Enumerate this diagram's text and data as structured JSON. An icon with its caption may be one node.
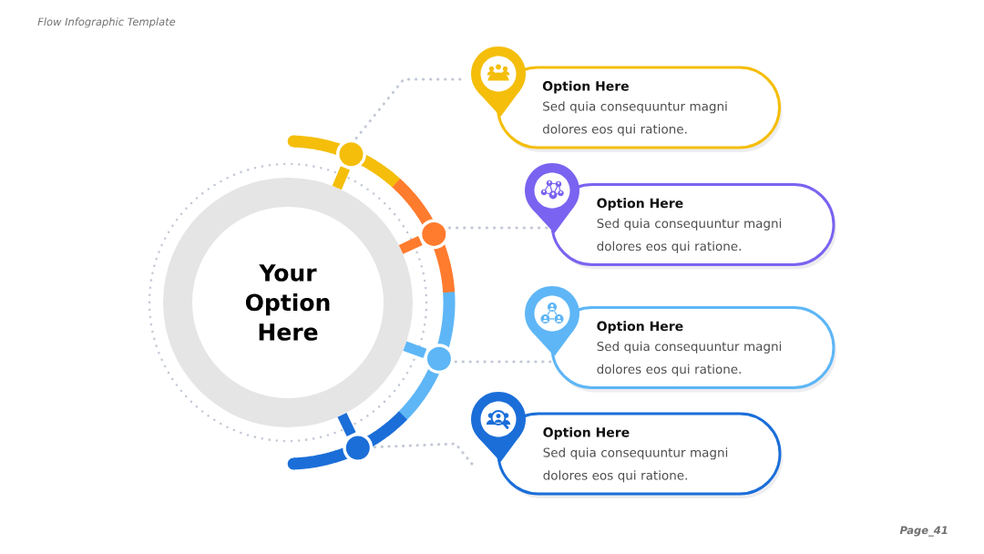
{
  "diagram": {
    "title": "Flow Infographic Template",
    "nodes": [
      {
        "text": [
          "Your Option Here"
        ]
      },
      {
        "text": [],
        "shape": "circle"
      },
      {
        "text": [],
        "shape": "circle"
      },
      {
        "text": [],
        "shape": "circle"
      },
      {
        "text": [],
        "shape": "circle"
      },
      {
        "text": [
          "Option Here",
          "Sed quia consequuntur magni dolores eos qui ratione."
        ]
      },
      {
        "text": [
          "Option Here",
          "Sed quia consequuntur magni dolores eos qui ratione."
        ]
      },
      {
        "text": [
          "Option Here",
          "Sed quia consequuntur magni dolores eos qui ratione."
        ]
      },
      {
        "text": [
          "Option Here",
          "Sed quia consequuntur magni dolores eos qui ratione."
        ]
      }
    ],
    "edges": [
      {
        "from": 1,
        "to": 0,
        "arrow": "none",
        "style": "thick",
        "color": "#f4be0a"
      },
      {
        "from": 2,
        "to": 0,
        "arrow": "none",
        "style": "thick",
        "color": "#ff7b2e"
      },
      {
        "from": 3,
        "to": 0,
        "arrow": "none",
        "style": "thick",
        "color": "#5eb6f6"
      },
      {
        "from": 4,
        "to": 0,
        "arrow": "none",
        "style": "thick",
        "color": "#1b6ed8"
      },
      {
        "from": 1,
        "to": 5,
        "arrow": "none",
        "style": "dashed"
      },
      {
        "from": 2,
        "to": 6,
        "arrow": "none",
        "style": "dashed"
      },
      {
        "from": 3,
        "to": 7,
        "arrow": "none",
        "style": "dashed"
      },
      {
        "from": 4,
        "to": 8,
        "arrow": "none",
        "style": "dashed"
      }
    ],
    "labels": [
      "Page_41"
    ]
  }
}
